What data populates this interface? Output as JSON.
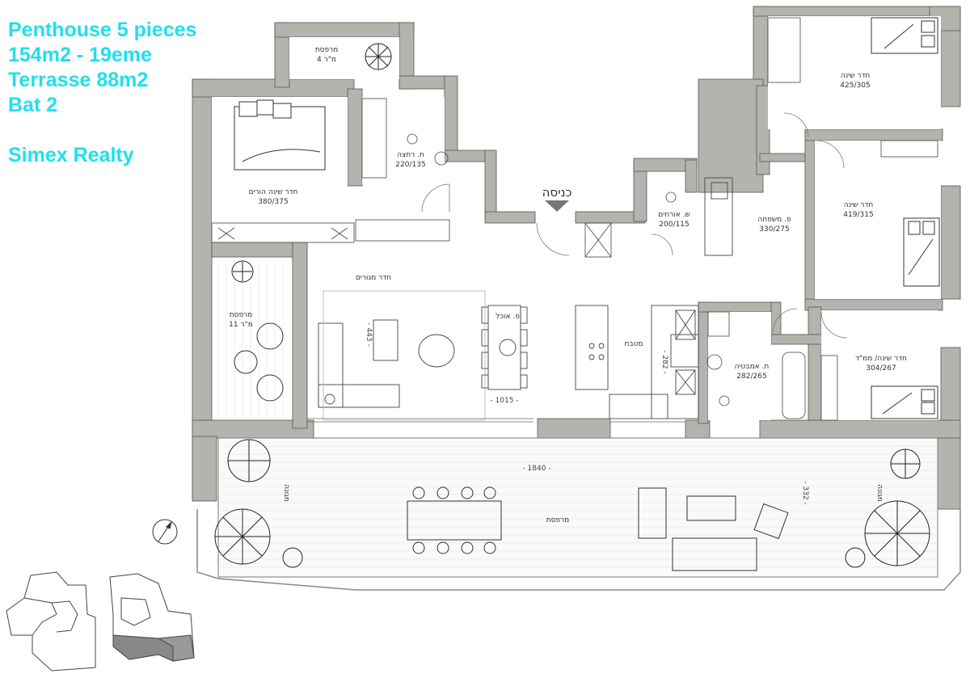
{
  "listing": {
    "line1": "Penthouse 5 pieces",
    "line2": "154m2 - 19eme",
    "line3": "Terrasse 88m2",
    "line4": "Bat 2",
    "agency": "Simex Realty"
  },
  "plan": {
    "entrance": "כניסה",
    "rooms": {
      "small_terrace": {
        "name": "מרפסת",
        "size": "4 מ\"ר"
      },
      "master_bedroom": {
        "name": "חדר שינה הורים",
        "size": "380/375"
      },
      "master_bath": {
        "name": "ת. רחצה",
        "size": "220/135"
      },
      "guest_wc": {
        "name": "ש. אורחים",
        "size": "200/115"
      },
      "family_area": {
        "name": "פ. משפחה",
        "size": "330/275"
      },
      "bedroom_1": {
        "name": "חדר שינה",
        "size": "425/305"
      },
      "bedroom_2": {
        "name": "חדר שינה",
        "size": "419/315"
      },
      "bedroom_3": {
        "name": "חדר שינה/ ממ\"ד",
        "size": "304/267"
      },
      "living_room": {
        "name": "חדר מגורים"
      },
      "dining": {
        "name": "פ. אוכל"
      },
      "kitchen": {
        "name": "מטבח"
      },
      "bathroom": {
        "name": "ת. אמבטיה",
        "size": "282/265"
      },
      "side_terrace": {
        "name": "מרפסת",
        "size": "11 מ\"ר"
      },
      "big_terrace": {
        "name": "מרפסת"
      },
      "planter_left": {
        "name": "מגונה"
      },
      "planter_right": {
        "name": "מגונה"
      }
    },
    "dimensions": {
      "living_width": "- 1015 -",
      "living_depth": "- 443 -",
      "kitchen_depth": "- 282 -",
      "terrace_width": "- 1840 -",
      "terrace_depth": "- 332 -"
    }
  }
}
